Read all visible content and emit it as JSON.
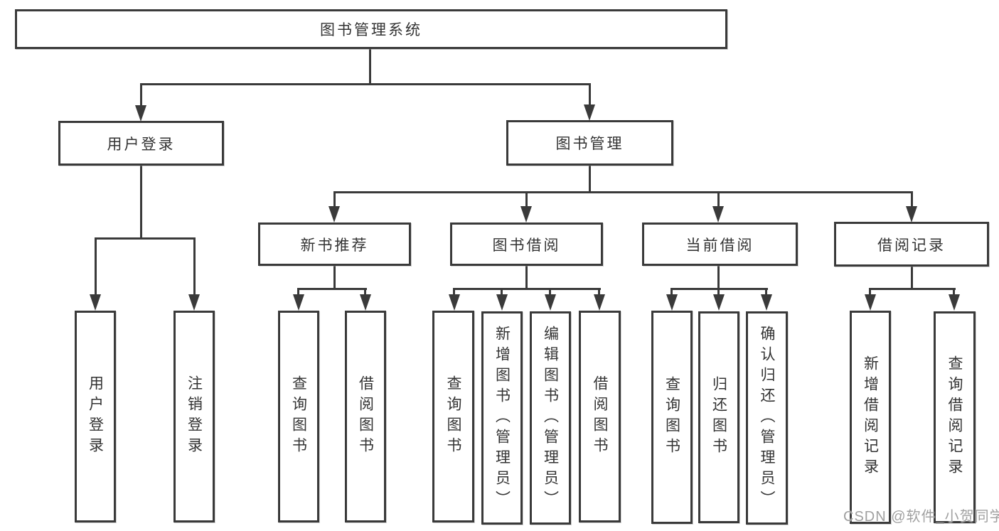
{
  "diagram": {
    "type": "hierarchy-tree",
    "title": "图书管理系统"
  },
  "nodes": {
    "root": {
      "label": "图书管理系统"
    },
    "level2": {
      "user_login": {
        "label": "用户登录"
      },
      "book_management": {
        "label": "图书管理"
      }
    },
    "level3": {
      "new_book_recommend": {
        "label": "新书推荐"
      },
      "book_borrow": {
        "label": "图书借阅"
      },
      "current_borrow": {
        "label": "当前借阅"
      },
      "borrow_records": {
        "label": "借阅记录"
      }
    },
    "leaves": {
      "user_login": {
        "label": "用户登录"
      },
      "logout": {
        "label": "注销登录"
      },
      "query_book_recommend": {
        "label": "查询图书"
      },
      "borrow_book_recommend": {
        "label": "借阅图书"
      },
      "query_book_borrow": {
        "label": "查询图书"
      },
      "add_book_admin": {
        "label": "新增图书（管理员）"
      },
      "edit_book_admin": {
        "label": "编辑图书（管理员）"
      },
      "borrow_book": {
        "label": "借阅图书"
      },
      "query_book_current": {
        "label": "查询图书"
      },
      "return_book": {
        "label": "归还图书"
      },
      "confirm_return_admin": {
        "label": "确认归还（管理员）"
      },
      "add_borrow_record": {
        "label": "新增借阅记录"
      },
      "query_borrow_record": {
        "label": "查询借阅记录"
      }
    }
  },
  "watermark": {
    "text": "CSDN @软件_小贺同学"
  },
  "colors": {
    "line": "#3a3a3a",
    "text": "#333333",
    "background": "#ffffff",
    "watermark": "#a0a0a0"
  }
}
